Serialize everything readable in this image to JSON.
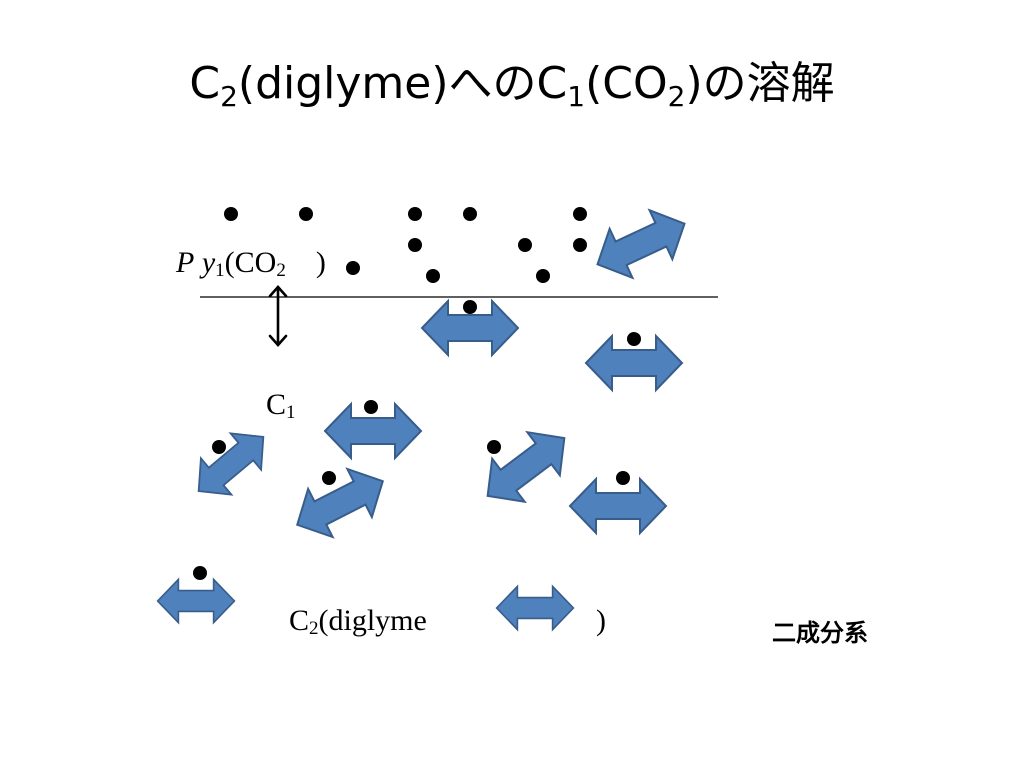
{
  "title": {
    "c2": "C",
    "c2_sub": "2",
    "solvent": "(diglyme)",
    "particle": "への",
    "c1": "C",
    "c1_sub": "1",
    "gas_open": "(CO",
    "gas_sub": "2",
    "gas_close": ")",
    "tail": "の溶解"
  },
  "gas_phase_label": {
    "p": "P",
    "y": "y",
    "y_sub": "1",
    "species_open": "(CO",
    "species_sub": "2",
    "species_close": ")"
  },
  "liquid_label": {
    "c": "C",
    "sub": "1"
  },
  "solvent_label": {
    "c": "C",
    "sub": "2",
    "name_open": "(diglyme",
    "name_close": ")"
  },
  "system_label": "二成分系",
  "colors": {
    "arrow_fill": "#4f81bd",
    "arrow_stroke": "#385d8a",
    "dot": "#000000",
    "interface_line": "#000000"
  },
  "icons": {
    "co2_molecule": "black-dot",
    "diglyme_molecule": "blue-double-arrow",
    "interface_arrow": "vertical-double-arrow"
  }
}
